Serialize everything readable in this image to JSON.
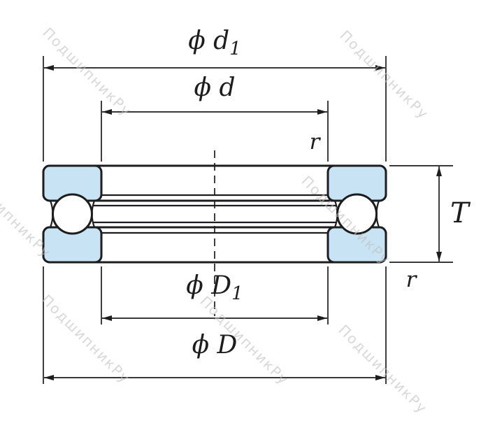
{
  "colors": {
    "bg": "#ffffff",
    "line": "#1d1d1f",
    "highlight": "#c8e4f4",
    "watermark": "#bfbfbf"
  },
  "labels": {
    "dim_d1": {
      "prefix": "ϕ d",
      "sub": "1"
    },
    "dim_d": {
      "prefix": "ϕ d"
    },
    "dim_D1": {
      "prefix": "ϕ D",
      "sub": "1"
    },
    "dim_D": {
      "prefix": "ϕ D"
    },
    "height": "T",
    "fillet_top": "r",
    "fillet_bottom": "r"
  },
  "watermark": {
    "text": "ПодшипникРу"
  }
}
